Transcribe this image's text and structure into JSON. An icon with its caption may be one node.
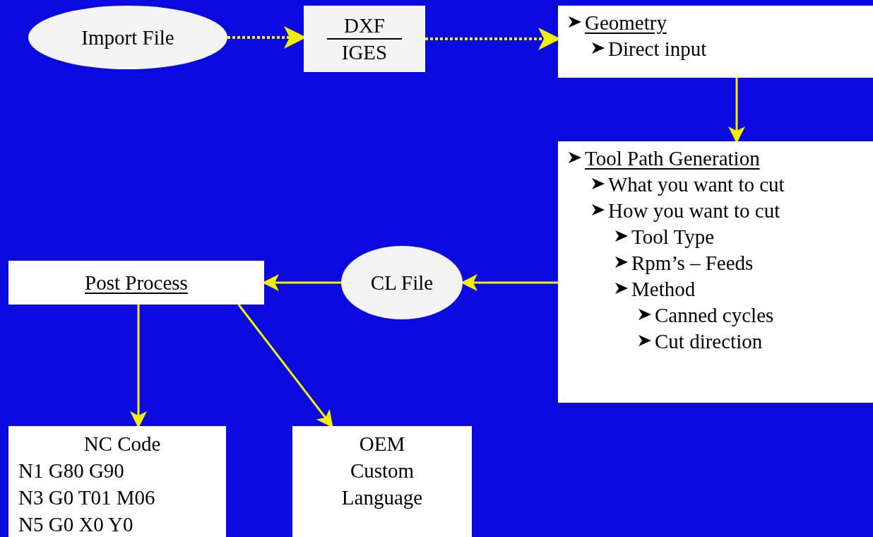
{
  "diagram": {
    "nodes": [
      {
        "text": [
          "Import File"
        ]
      },
      {
        "text": [
          "DXF",
          "IGES"
        ]
      },
      {
        "text": [
          "Geometry",
          "Direct input"
        ]
      },
      {
        "text": [
          "Tool Path Generation",
          "What you want to cut",
          "How you want to cut",
          "Tool Type",
          "Rpm’s – Feeds",
          "Method",
          "Canned cycles",
          "Cut direction"
        ]
      },
      {
        "text": [
          "CL File"
        ]
      },
      {
        "text": [
          "Post Process"
        ]
      },
      {
        "text": [
          "NC Code",
          "N1 G80 G90",
          "N3 G0 T01 M06",
          "N5 G0 X0 Y0"
        ]
      },
      {
        "text": [
          "OEM Custom Language"
        ]
      }
    ],
    "edges": [
      {
        "from": 0,
        "to": 1,
        "arrow": "to",
        "style": "dashed"
      },
      {
        "from": 1,
        "to": 2,
        "arrow": "to",
        "style": "dashed"
      },
      {
        "from": 2,
        "to": 3,
        "arrow": "to"
      },
      {
        "from": 3,
        "to": 4,
        "arrow": "to"
      },
      {
        "from": 4,
        "to": 5,
        "arrow": "to"
      },
      {
        "from": 5,
        "to": 6,
        "arrow": "to"
      },
      {
        "from": 5,
        "to": 7,
        "arrow": "to"
      }
    ]
  }
}
